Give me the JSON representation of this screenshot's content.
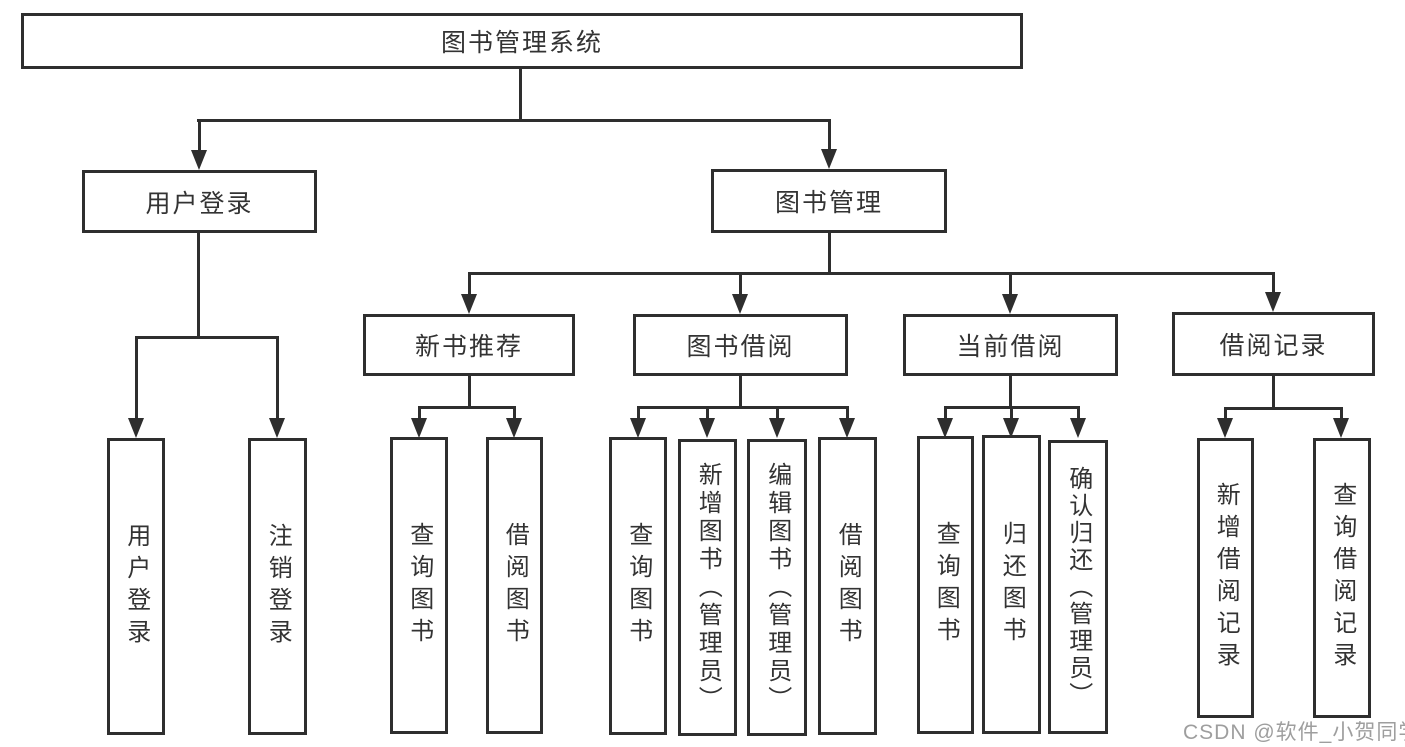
{
  "diagram": {
    "root": {
      "label": "图书管理系统"
    },
    "level2": {
      "user": {
        "label": "用户登录"
      },
      "book": {
        "label": "图书管理"
      }
    },
    "level3": {
      "recommend": {
        "label": "新书推荐"
      },
      "borrow": {
        "label": "图书借阅"
      },
      "current": {
        "label": "当前借阅"
      },
      "records": {
        "label": "借阅记录"
      }
    },
    "leaves": {
      "user": [
        "用户登录",
        "注销登录"
      ],
      "recommend": [
        "查询图书",
        "借阅图书"
      ],
      "borrow": [
        "查询图书",
        "新增图书（管理员）",
        "编辑图书（管理员）",
        "借阅图书"
      ],
      "current": [
        "查询图书",
        "归还图书",
        "确认归还（管理员）"
      ],
      "records": [
        "新增借阅记录",
        "查询借阅记录"
      ]
    }
  },
  "watermark": {
    "text": "CSDN @软件_小贺同学",
    "color": "#9e9e9e"
  },
  "colors": {
    "line": "#2e2e2e",
    "text": "#333333",
    "background": "#ffffff"
  }
}
